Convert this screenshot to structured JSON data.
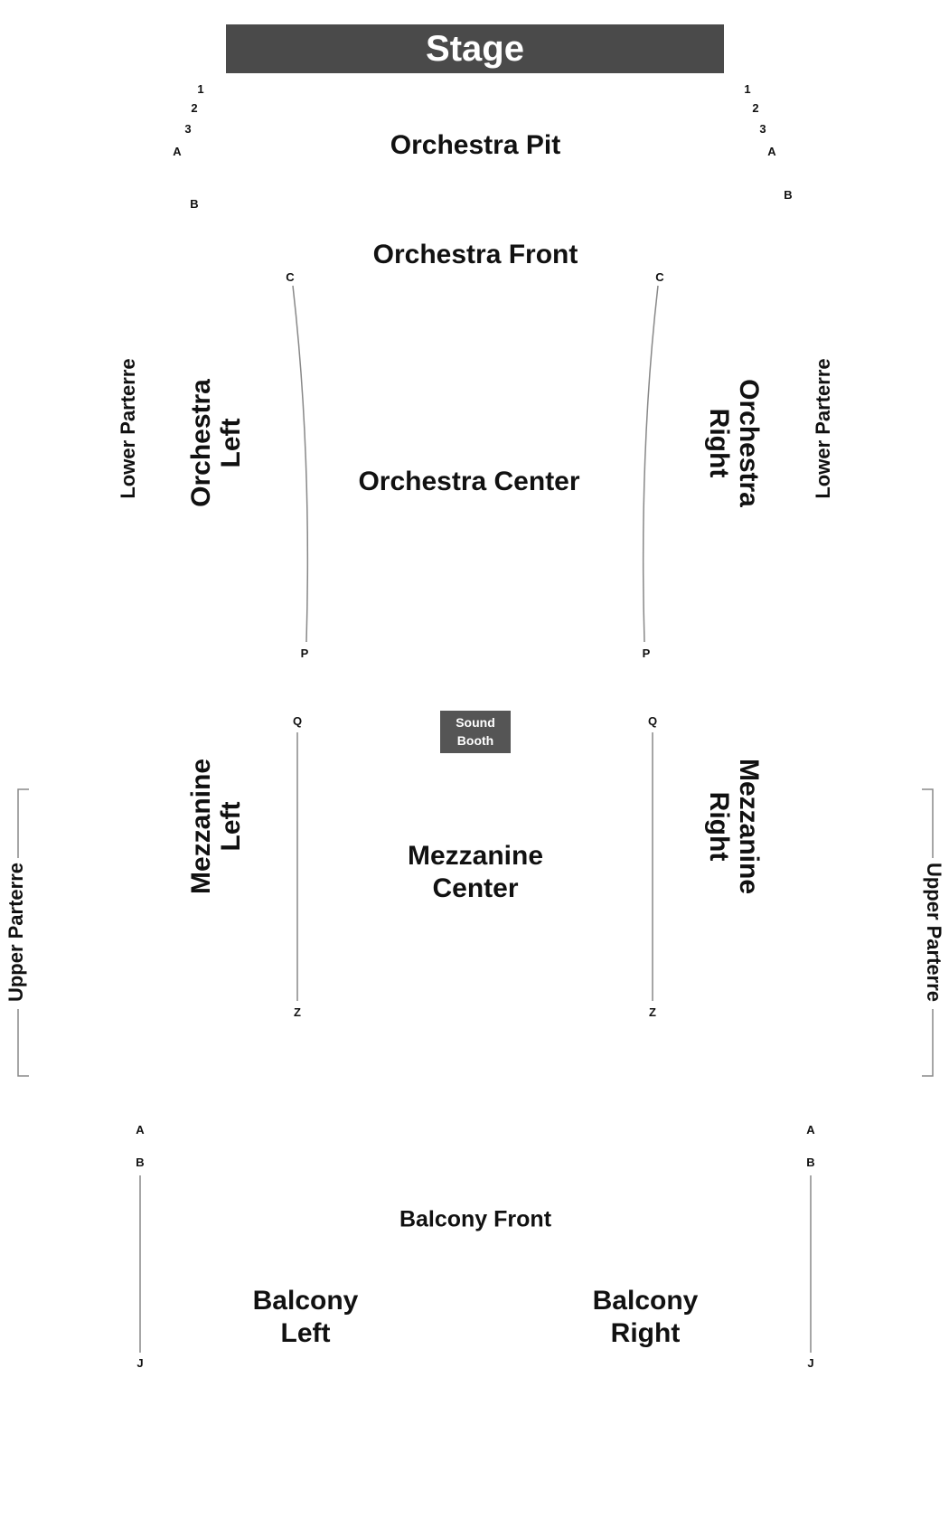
{
  "stage": "Stage",
  "sections": {
    "orchestra_pit": "Orchestra Pit",
    "orchestra_front": "Orchestra Front",
    "orchestra_center": "Orchestra Center",
    "orchestra_left": "Orchestra\nLeft",
    "orchestra_right": "Orchestra\nRight",
    "lower_parterre_left": "Lower Parterre",
    "lower_parterre_right": "Lower Parterre",
    "mezzanine_left": "Mezzanine\nLeft",
    "mezzanine_right": "Mezzanine\nRight",
    "mezzanine_center": "Mezzanine\nCenter",
    "upper_parterre_left": "Upper Parterre",
    "upper_parterre_right": "Upper Parterre",
    "balcony_front": "Balcony Front",
    "balcony_left": "Balcony\nLeft",
    "balcony_right": "Balcony\nRight"
  },
  "sound_booth": "Sound\nBooth",
  "rows": {
    "pit_left": [
      "1",
      "2",
      "3",
      "A",
      "B"
    ],
    "pit_right": [
      "1",
      "2",
      "3",
      "A",
      "B"
    ],
    "orchestra_left": [
      "C",
      "P"
    ],
    "orchestra_right": [
      "C",
      "P"
    ],
    "mezzanine_left": [
      "Q",
      "Z"
    ],
    "mezzanine_right": [
      "Q",
      "Z"
    ],
    "balcony_left": [
      "A",
      "B",
      "J"
    ],
    "balcony_right": [
      "A",
      "B",
      "J"
    ]
  },
  "colors": {
    "stage_fill": "#4a4a4a",
    "booth_fill": "#555555",
    "line": "#888888"
  }
}
